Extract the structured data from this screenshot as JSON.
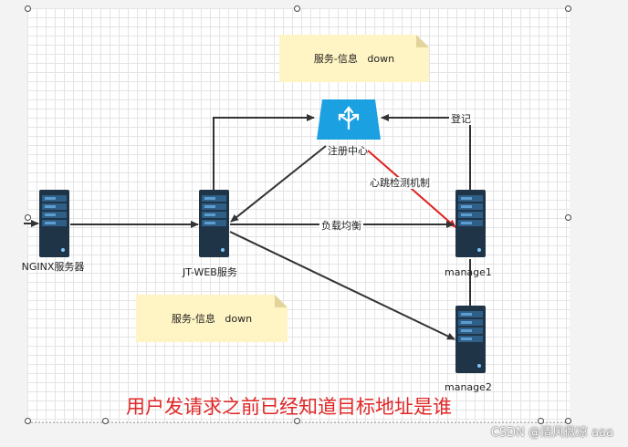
{
  "notes": {
    "top": "服务-信息   down",
    "bottom": "服务-信息   down"
  },
  "nodes": {
    "nginx": "NGINX服务器",
    "jtweb": "JT-WEB服务",
    "registry": "注册中心",
    "manage1": "manage1",
    "manage2": "manage2"
  },
  "edge_labels": {
    "register": "登记",
    "heartbeat": "心跳检测机制",
    "load_balance": "负载均衡"
  },
  "caption": "用户发请求之前已经知道目标地址是谁",
  "watermark": "CSDN @清风微凉 aaa",
  "colors": {
    "heartbeat_edge": "#e02020",
    "note_fill": "#fff4c3",
    "registry_fill": "#1ba1e2",
    "server_body": "#1f3446",
    "caption": "#e12727"
  },
  "icons": [
    "server-icon",
    "registry-icon"
  ]
}
